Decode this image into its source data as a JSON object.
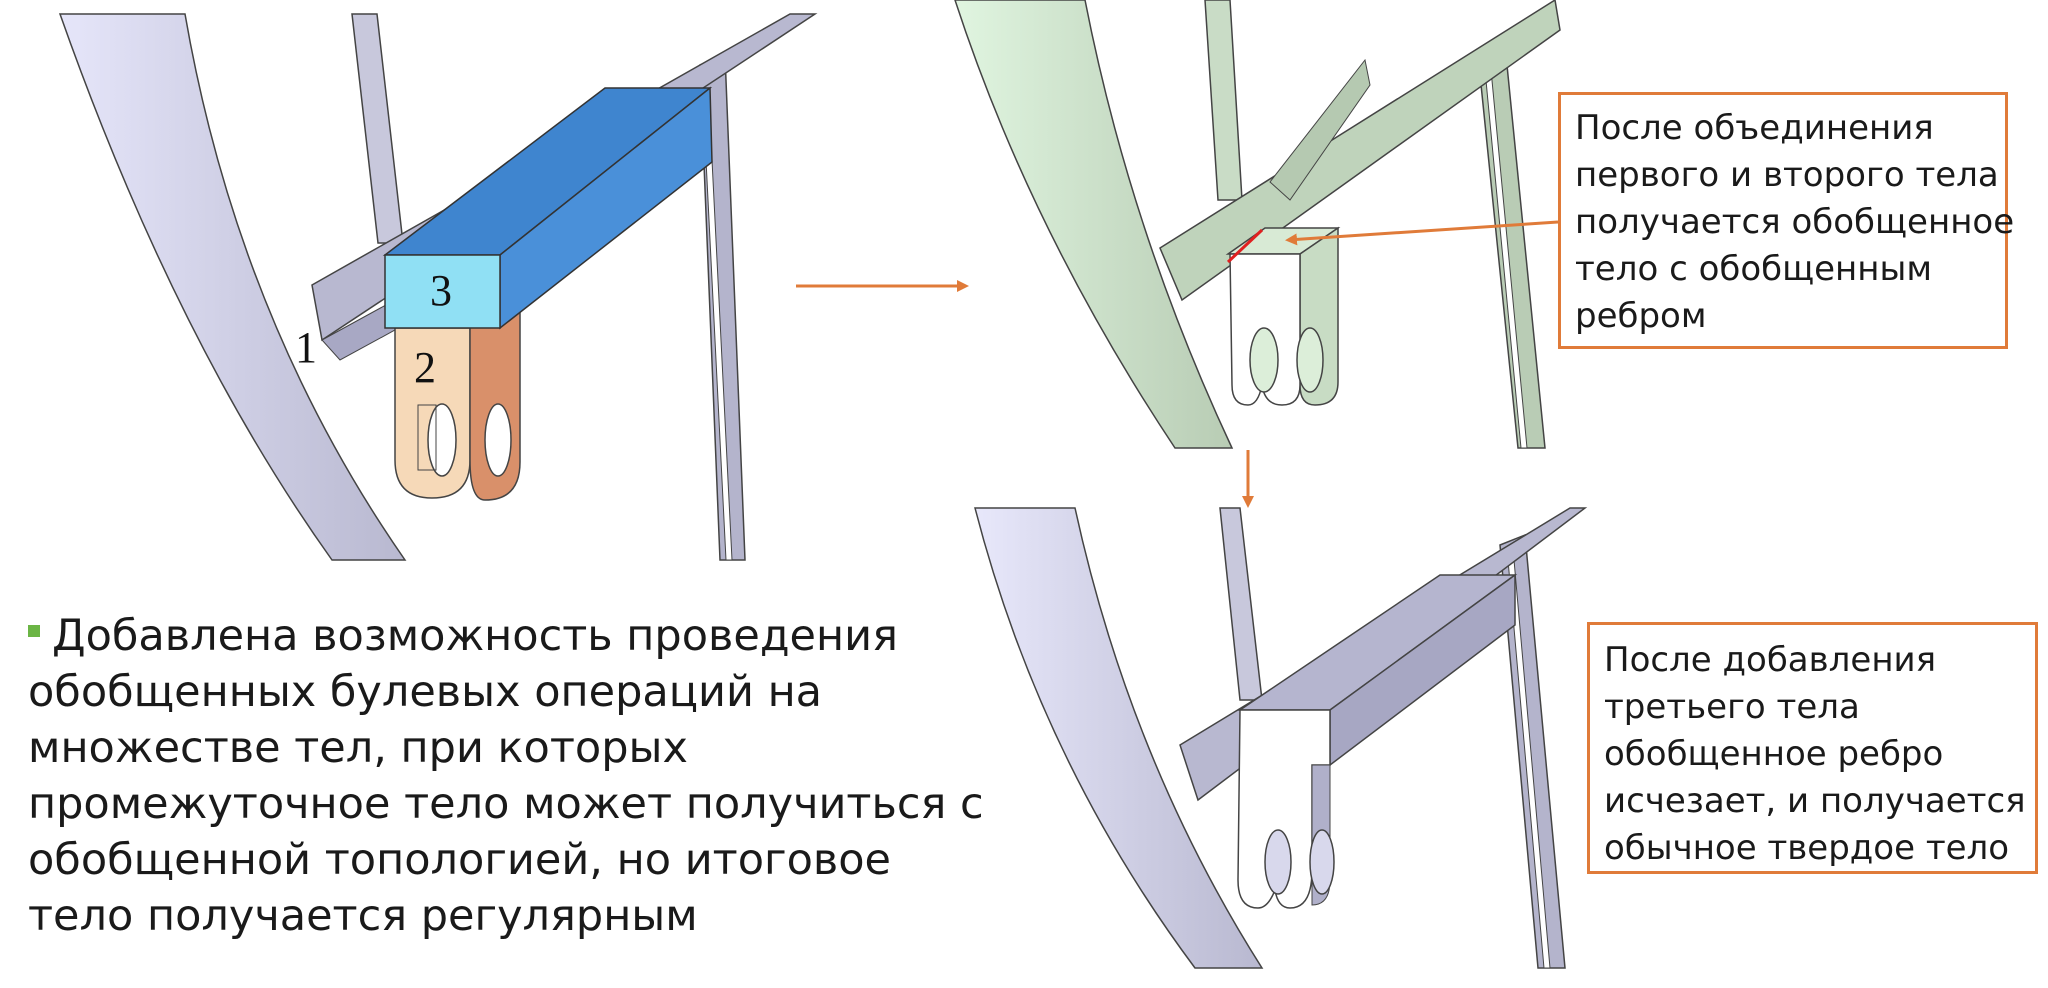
{
  "labels": {
    "body1": "1",
    "body2": "2",
    "body3": "3"
  },
  "callout_top": {
    "lines": [
      "После объединения",
      "первого и второго тела",
      "получается обобщенное",
      "тело с обобщенным",
      "ребром"
    ]
  },
  "callout_bottom": {
    "lines": [
      "После добавления",
      "третьего тела",
      "обобщенное ребро",
      "исчезает, и получается",
      "обычное твердое тело"
    ]
  },
  "bullet": {
    "lines": [
      "Добавлена возможность проведения",
      "обобщенных булевых операций на",
      "множестве тел, при которых",
      "промежуточное тело может получиться с",
      "обобщенной топологией, но итоговое",
      "тело получается регулярным"
    ]
  },
  "colors": {
    "arrow": "#e07b39",
    "bullet_marker": "#6bb545",
    "frame_lavender": "#c0c0d8",
    "frame_green": "#c5d8c2",
    "body2_light": "#f6d9b8",
    "body2_dark": "#d9906a",
    "body3_side": "#90e0f4",
    "body3_top": "#4a90d9",
    "generalized_edge": "#e02020"
  }
}
